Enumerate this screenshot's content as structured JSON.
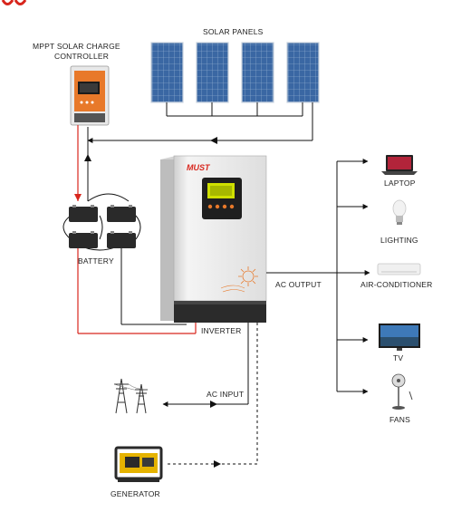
{
  "labels": {
    "solar_panels": "SOLAR PANELS",
    "mppt_line1": "MPPT SOLAR CHARGE",
    "mppt_line2": "CONTROLLER",
    "battery": "BATTERY",
    "inverter": "INVERTER",
    "ac_output": "AC OUTPUT",
    "ac_input": "AC INPUT",
    "generator": "GENERATOR"
  },
  "brand": {
    "logo": "MUST"
  },
  "loads": [
    {
      "name": "LAPTOP",
      "icon": "laptop-icon"
    },
    {
      "name": "LIGHTING",
      "icon": "light-bulb-icon"
    },
    {
      "name": "AIR-CONDITIONER",
      "icon": "air-conditioner-icon"
    },
    {
      "name": "TV",
      "icon": "tv-icon"
    },
    {
      "name": "FANS",
      "icon": "fan-icon"
    }
  ],
  "colors": {
    "dc_line": "#d8261d",
    "ac_line": "#111111",
    "panel_blue": "#3f6ea8",
    "controller_orange": "#e8792a",
    "inverter_body": "#e9e9e9"
  }
}
